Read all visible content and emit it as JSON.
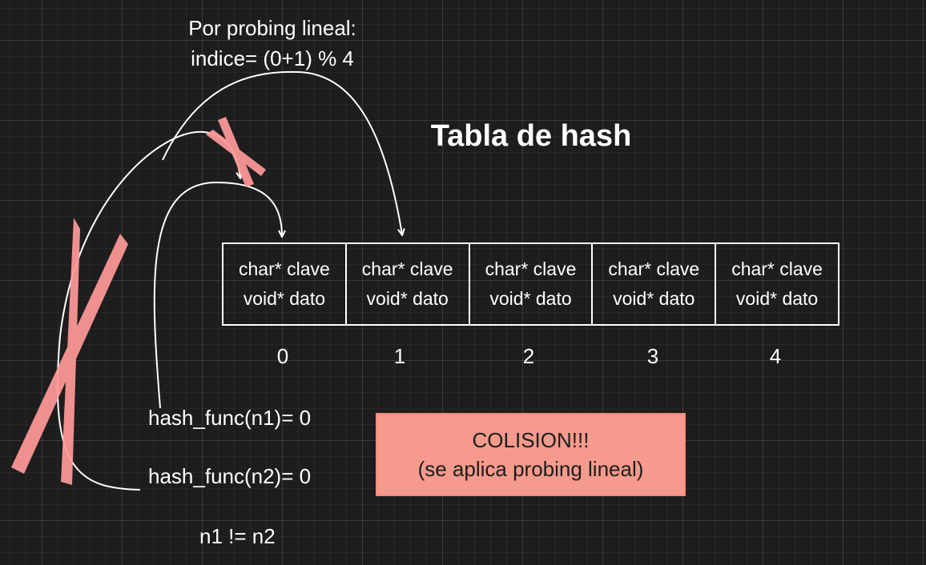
{
  "probing_note": {
    "line1": "Por probing lineal:",
    "line2": "indice= (0+1) % 4"
  },
  "title": "Tabla de hash",
  "table": {
    "slots": [
      {
        "field1": "char* clave",
        "field2": "void* dato",
        "index": "0"
      },
      {
        "field1": "char* clave",
        "field2": "void* dato",
        "index": "1"
      },
      {
        "field1": "char* clave",
        "field2": "void* dato",
        "index": "2"
      },
      {
        "field1": "char* clave",
        "field2": "void* dato",
        "index": "3"
      },
      {
        "field1": "char* clave",
        "field2": "void* dato",
        "index": "4"
      }
    ]
  },
  "hash_calls": {
    "first": "hash_func(n1)= 0",
    "second": "hash_func(n2)= 0",
    "inequality": "n1 != n2"
  },
  "collision": {
    "line1": "COLISION!!!",
    "line2": "(se aplica probing lineal)"
  },
  "colors": {
    "background": "#1d1d1d",
    "foreground": "#ffffff",
    "collision_fill": "#f59a8c",
    "strike_mark": "#ff9999"
  }
}
